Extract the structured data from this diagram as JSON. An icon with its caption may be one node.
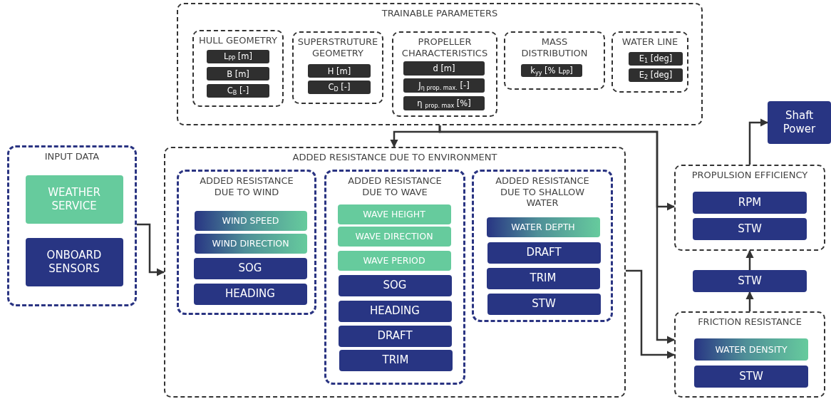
{
  "diagram": {
    "nodes": [
      {
        "text": [
          "TRAINABLE PARAMETERS"
        ]
      },
      {
        "text": [
          "HULL GEOMETRY"
        ],
        "in": 0
      },
      {
        "text": [
          "L$_{PP}$ [m]"
        ],
        "in": 1
      },
      {
        "text": [
          "B [m]"
        ],
        "in": 1
      },
      {
        "text": [
          "C$_{B}$ [-]"
        ],
        "in": 1
      },
      {
        "text": [
          "SUPERSTRUTURE GEOMETRY"
        ],
        "in": 0
      },
      {
        "text": [
          "H [m]"
        ],
        "in": 5
      },
      {
        "text": [
          "C$_{D}$ [-]"
        ],
        "in": 5
      },
      {
        "text": [
          "PROPELLER CHARACTERISTICS"
        ],
        "in": 0
      },
      {
        "text": [
          "d [m]"
        ],
        "in": 8
      },
      {
        "text": [
          "J$_{η prop. max.}$ [-]"
        ],
        "in": 8
      },
      {
        "text": [
          "η $_{prop. max}$ [%]"
        ],
        "in": 8
      },
      {
        "text": [
          "MASS DISTRIBUTION"
        ],
        "in": 0
      },
      {
        "text": [
          "k$_{yy}$ [% L$_{PP}$]"
        ],
        "in": 12
      },
      {
        "text": [
          "WATER LINE"
        ],
        "in": 0
      },
      {
        "text": [
          "E$_{1}$ [deg]"
        ],
        "in": 14
      },
      {
        "text": [
          "E$_{2}$ [deg]"
        ],
        "in": 14
      },
      {
        "text": [
          "Shaft Power"
        ]
      },
      {
        "text": [
          "INPUT DATA"
        ]
      },
      {
        "text": [
          "WEATHER SERVICE"
        ],
        "in": 18
      },
      {
        "text": [
          "ONBOARD SENSORS"
        ],
        "in": 18
      },
      {
        "text": [
          "ADDED RESISTANCE DUE TO ENVIRONMENT"
        ]
      },
      {
        "text": [
          "ADDED RESISTANCE DUE TO WIND"
        ],
        "in": 21
      },
      {
        "text": [
          "WIND SPEED"
        ],
        "in": 22
      },
      {
        "text": [
          "WIND DIRECTION"
        ],
        "in": 22
      },
      {
        "text": [
          "SOG"
        ],
        "in": 22
      },
      {
        "text": [
          "HEADING"
        ],
        "in": 22
      },
      {
        "text": [
          "ADDED RESISTANCE DUE TO WAVE"
        ],
        "in": 21
      },
      {
        "text": [
          "WAVE HEIGHT"
        ],
        "in": 27
      },
      {
        "text": [
          "WAVE DIRECTION"
        ],
        "in": 27
      },
      {
        "text": [
          "WAVE PERIOD"
        ],
        "in": 27
      },
      {
        "text": [
          "SOG"
        ],
        "in": 27
      },
      {
        "text": [
          "HEADING"
        ],
        "in": 27
      },
      {
        "text": [
          "DRAFT"
        ],
        "in": 27
      },
      {
        "text": [
          "TRIM"
        ],
        "in": 27
      },
      {
        "text": [
          "ADDED RESISTANCE DUE TO SHALLOW WATER"
        ],
        "in": 21
      },
      {
        "text": [
          "WATER DEPTH"
        ],
        "in": 35
      },
      {
        "text": [
          "DRAFT"
        ],
        "in": 35
      },
      {
        "text": [
          "TRIM"
        ],
        "in": 35
      },
      {
        "text": [
          "STW"
        ],
        "in": 35
      },
      {
        "text": [
          "PROPULSION EFFICIENCY"
        ]
      },
      {
        "text": [
          "RPM"
        ],
        "in": 40
      },
      {
        "text": [
          "STW"
        ],
        "in": 40
      },
      {
        "text": [
          "STW"
        ]
      },
      {
        "text": [
          "FRICTION RESISTANCE"
        ]
      },
      {
        "text": [
          "WATER DENSITY"
        ],
        "in": 44
      },
      {
        "text": [
          "STW"
        ],
        "in": 44
      }
    ],
    "edges": [
      {
        "from": 0,
        "to": 21,
        "arrow": "to"
      },
      {
        "from": 0,
        "to": 40,
        "arrow": "to"
      },
      {
        "from": 0,
        "to": 44,
        "arrow": "to"
      },
      {
        "from": 18,
        "to": 21,
        "arrow": "to"
      },
      {
        "from": 21,
        "to": 44,
        "arrow": "to"
      },
      {
        "from": 44,
        "to": 43,
        "arrow": "to"
      },
      {
        "from": 43,
        "to": 40,
        "arrow": "to"
      },
      {
        "from": 40,
        "to": 17,
        "arrow": "to"
      }
    ]
  }
}
